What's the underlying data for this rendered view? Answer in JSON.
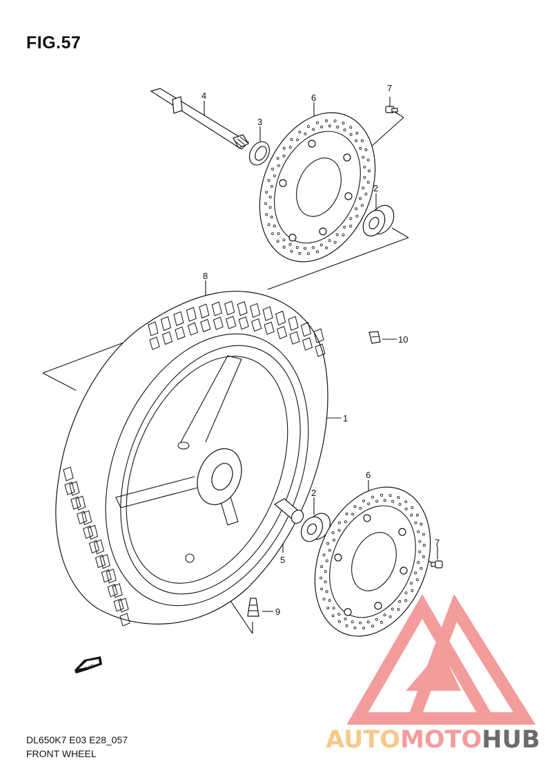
{
  "figure": {
    "title": "FIG.57",
    "model_code": "DL650K7 E03 E28_057",
    "section_name": "FRONT WHEEL"
  },
  "callouts": [
    "1",
    "2",
    "3",
    "4",
    "5",
    "6",
    "7",
    "8",
    "9",
    "10"
  ],
  "arrow_label": "FWD",
  "watermark": {
    "auto": "AUTO",
    "moto": "MOTO",
    "hub": "HUB",
    "colors": {
      "auto": "#f6c98a",
      "moto": "#f39c9c",
      "hub": "#6b6b6b",
      "logo": "#f28b8b"
    }
  }
}
